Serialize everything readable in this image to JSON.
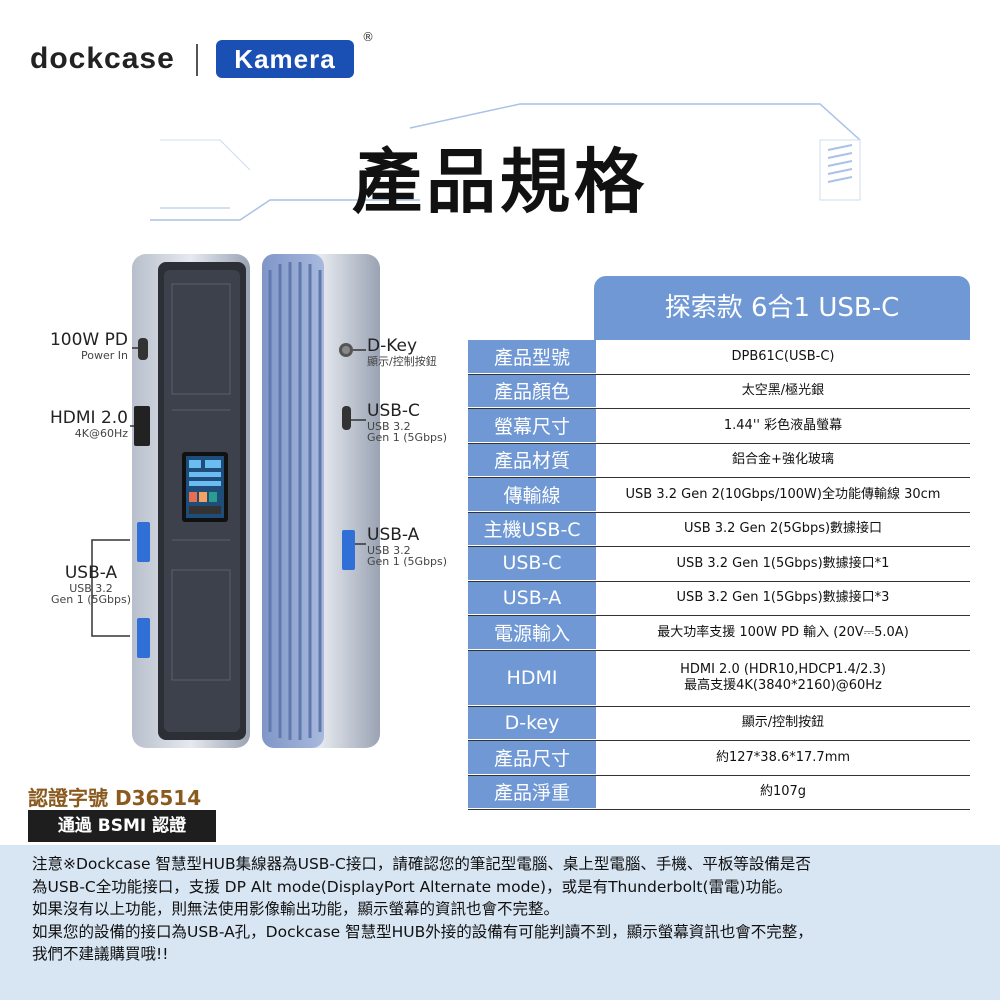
{
  "brand": {
    "dockcase": "dockcase",
    "kamera": "Kamera",
    "registered": "®"
  },
  "title": "產品規格",
  "callouts": {
    "power": {
      "main": "100W PD",
      "sub": "Power In"
    },
    "hdmi": {
      "main": "HDMI 2.0",
      "sub": "4K@60Hz"
    },
    "usba_left": {
      "main": "USB-A",
      "sub1": "USB 3.2",
      "sub2": "Gen 1 (5Gbps)"
    },
    "dkey": {
      "main": "D-Key",
      "sub": "顯示/控制按鈕"
    },
    "usbc": {
      "main": "USB-C",
      "sub1": "USB 3.2",
      "sub2": "Gen 1 (5Gbps)"
    },
    "usba_right": {
      "main": "USB-A",
      "sub1": "USB 3.2",
      "sub2": "Gen 1 (5Gbps)"
    }
  },
  "spec": {
    "header": "探索款 6合1 USB-C",
    "rows": [
      {
        "label": "產品型號",
        "value": "DPB61C(USB-C)"
      },
      {
        "label": "產品顏色",
        "value": "太空黑/極光銀"
      },
      {
        "label": "螢幕尺寸",
        "value": "1.44'' 彩色液晶螢幕"
      },
      {
        "label": "產品材質",
        "value": "鋁合金+強化玻璃"
      },
      {
        "label": "傳輸線",
        "value": "USB 3.2 Gen 2(10Gbps/100W)全功能傳輸線 30cm"
      },
      {
        "label": "主機USB-C",
        "value": "USB 3.2 Gen 2(5Gbps)數據接口"
      },
      {
        "label": "USB-C",
        "value": "USB 3.2 Gen 1(5Gbps)數據接口*1"
      },
      {
        "label": "USB-A",
        "value": "USB 3.2 Gen 1(5Gbps)數據接口*3"
      },
      {
        "label": "電源輸入",
        "value": "最大功率支援 100W PD 輸入 (20V⎓5.0A)"
      },
      {
        "label": "HDMI",
        "value": "HDMI 2.0 (HDR10,HDCP1.4/2.3)",
        "value2": "最高支援4K(3840*2160)@60Hz"
      },
      {
        "label": "D-key",
        "value": "顯示/控制按鈕"
      },
      {
        "label": "產品尺寸",
        "value": "約127*38.6*17.7mm"
      },
      {
        "label": "產品淨重",
        "value": "約107g"
      }
    ]
  },
  "cert": {
    "number": "認證字號 D36514",
    "badge": "通過 BSMI 認證"
  },
  "notice": [
    "注意※Dockcase 智慧型HUB集線器為USB-C接口，請確認您的筆記型電腦、桌上型電腦、手機、平板等設備是否",
    "為USB-C全功能接口，支援 DP Alt mode(DisplayPort Alternate mode)，或是有Thunderbolt(雷電)功能。",
    "如果沒有以上功能，則無法使用影像輸出功能，顯示螢幕的資訊也會不完整。",
    "如果您的設備的接口為USB-A孔，Dockcase 智慧型HUB外接的設備有可能判讀不到，顯示螢幕資訊也會不完整，",
    "我們不建議購買哦!!"
  ],
  "colors": {
    "accent": "#6f98d4",
    "brand_blue": "#1a4fb3",
    "notice_bg": "#d8e5f3",
    "cert_text": "#8a5a1e"
  }
}
